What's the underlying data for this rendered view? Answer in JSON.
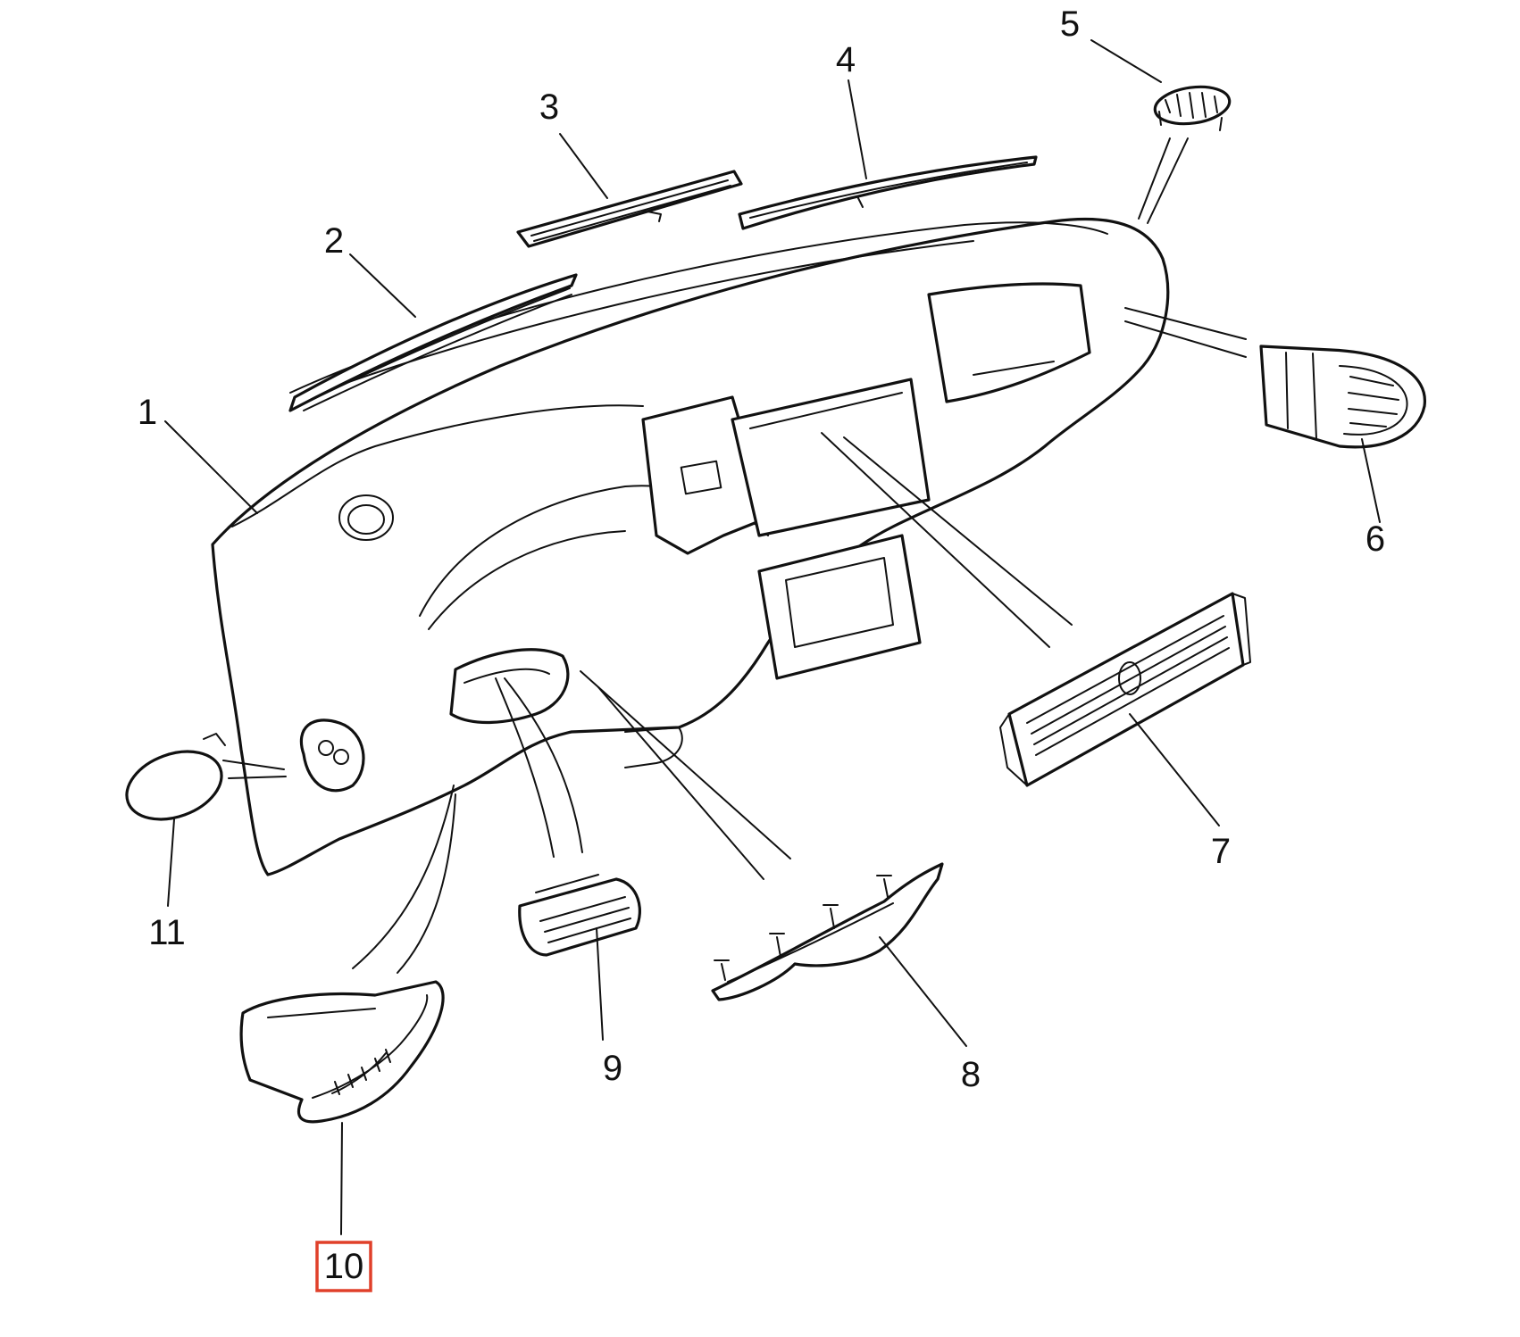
{
  "diagram": {
    "callouts": [
      {
        "id": "c1",
        "text": "1"
      },
      {
        "id": "c2",
        "text": "2"
      },
      {
        "id": "c3",
        "text": "3"
      },
      {
        "id": "c4",
        "text": "4"
      },
      {
        "id": "c5",
        "text": "5"
      },
      {
        "id": "c6",
        "text": "6"
      },
      {
        "id": "c7",
        "text": "7"
      },
      {
        "id": "c8",
        "text": "8"
      },
      {
        "id": "c9",
        "text": "9"
      },
      {
        "id": "c10",
        "text": "10"
      },
      {
        "id": "c11",
        "text": "11"
      }
    ],
    "highlighted_callout": "10",
    "colors": {
      "line": "#111111",
      "background": "#ffffff",
      "highlight": "#e0402a"
    }
  }
}
